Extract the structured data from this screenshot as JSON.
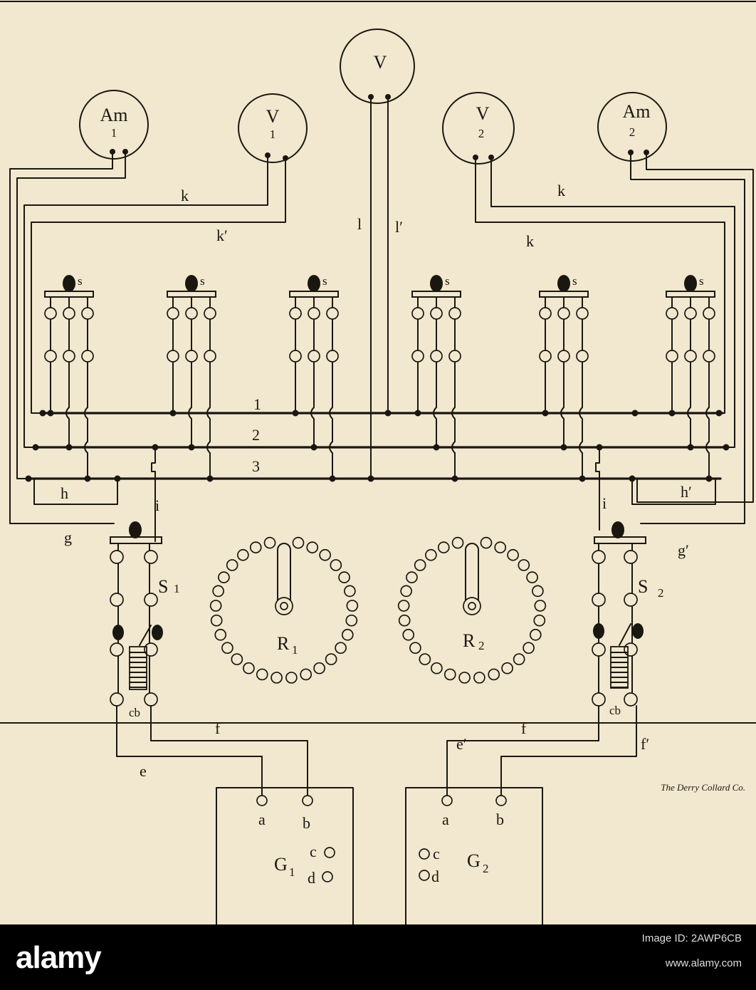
{
  "meters": [
    {
      "id": "am1",
      "top": "Am",
      "num": "1"
    },
    {
      "id": "v1",
      "top": "V",
      "num": "1"
    },
    {
      "id": "vc",
      "top": "V",
      "num": ""
    },
    {
      "id": "v2",
      "top": "V",
      "num": "2"
    },
    {
      "id": "am2",
      "top": "Am",
      "num": "2"
    }
  ],
  "switch_label": "s",
  "bus_labels": [
    "1",
    "2",
    "3"
  ],
  "wire_labels": {
    "k_left": "k",
    "k_prime_left": "k′",
    "k_right_top": "k",
    "k_right_bottom": "k",
    "l": "l",
    "l_prime": "l′",
    "h": "h",
    "h_prime": "h′",
    "g": "g",
    "g_prime": "g′",
    "i_left": "i",
    "i_right": "i",
    "e": "e",
    "e_prime": "e′",
    "f_left": "f",
    "f_right": "f",
    "f_prime": "f′"
  },
  "panel_switches": {
    "s1": {
      "main": "S",
      "sub": "1"
    },
    "s2": {
      "main": "S",
      "sub": "2"
    },
    "cb": "cb"
  },
  "rheostats": [
    {
      "main": "R",
      "sub": "1"
    },
    {
      "main": "R",
      "sub": "2"
    }
  ],
  "generators": [
    {
      "main": "G",
      "sub": "1",
      "a": "a",
      "b": "b",
      "c": "c",
      "d": "d"
    },
    {
      "main": "G",
      "sub": "2",
      "a": "a",
      "b": "b",
      "c": "c",
      "d": "d"
    }
  ],
  "credit": "The Derry Collard Co.",
  "footer": {
    "brand": "alamy",
    "image_id": "Image ID: 2AWP6CB",
    "site": "www.alamy.com"
  },
  "colors": {
    "paper": "#f2e8cf",
    "ink": "#1a1711",
    "footer_bg": "#000000"
  }
}
